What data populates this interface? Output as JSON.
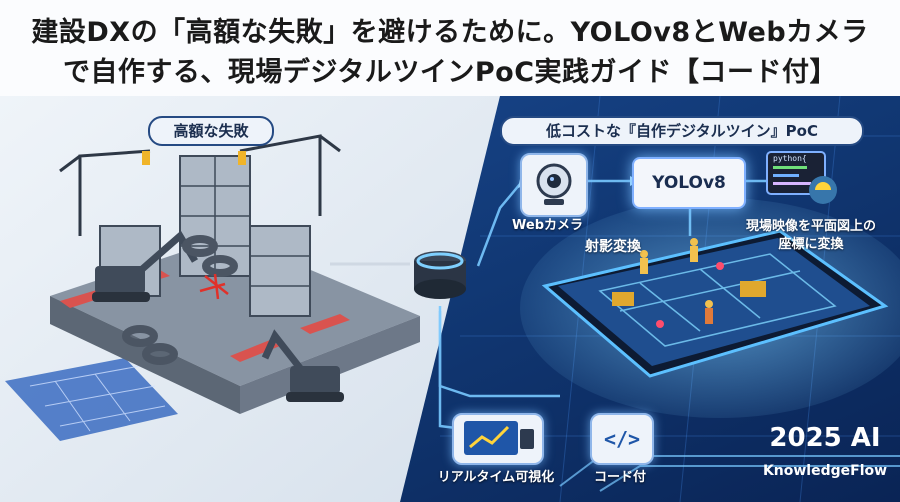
{
  "header": {
    "title_line1": "建設DXの「高額な失敗」を避けるために。YOLOv8とWebカメラ",
    "title_line2": "で自作する、現場デジタルツインPoC実践ガイド【コード付】"
  },
  "left": {
    "badge": "高額な失敗"
  },
  "right": {
    "badge": "低コストな『自作デジタルツイン』PoC",
    "webcam_label": "Webカメラ",
    "model_label": "YOLOv8",
    "code_screen_text": "python{",
    "homography_label": "射影変換",
    "transform_line1": "現場映像を平面図上の",
    "transform_line2": "座標に変換",
    "realtime_label": "リアルタイム可視化",
    "code_label": "コード付",
    "code_icon_text": "</>"
  },
  "brand": {
    "year": "2025 AI",
    "name": "KnowledgeFlow"
  },
  "colors": {
    "dark_navy": "#0d2b5e",
    "mid_blue": "#1f56a8",
    "glow": "#7fc8ff",
    "hazard_red": "#d9534f"
  }
}
